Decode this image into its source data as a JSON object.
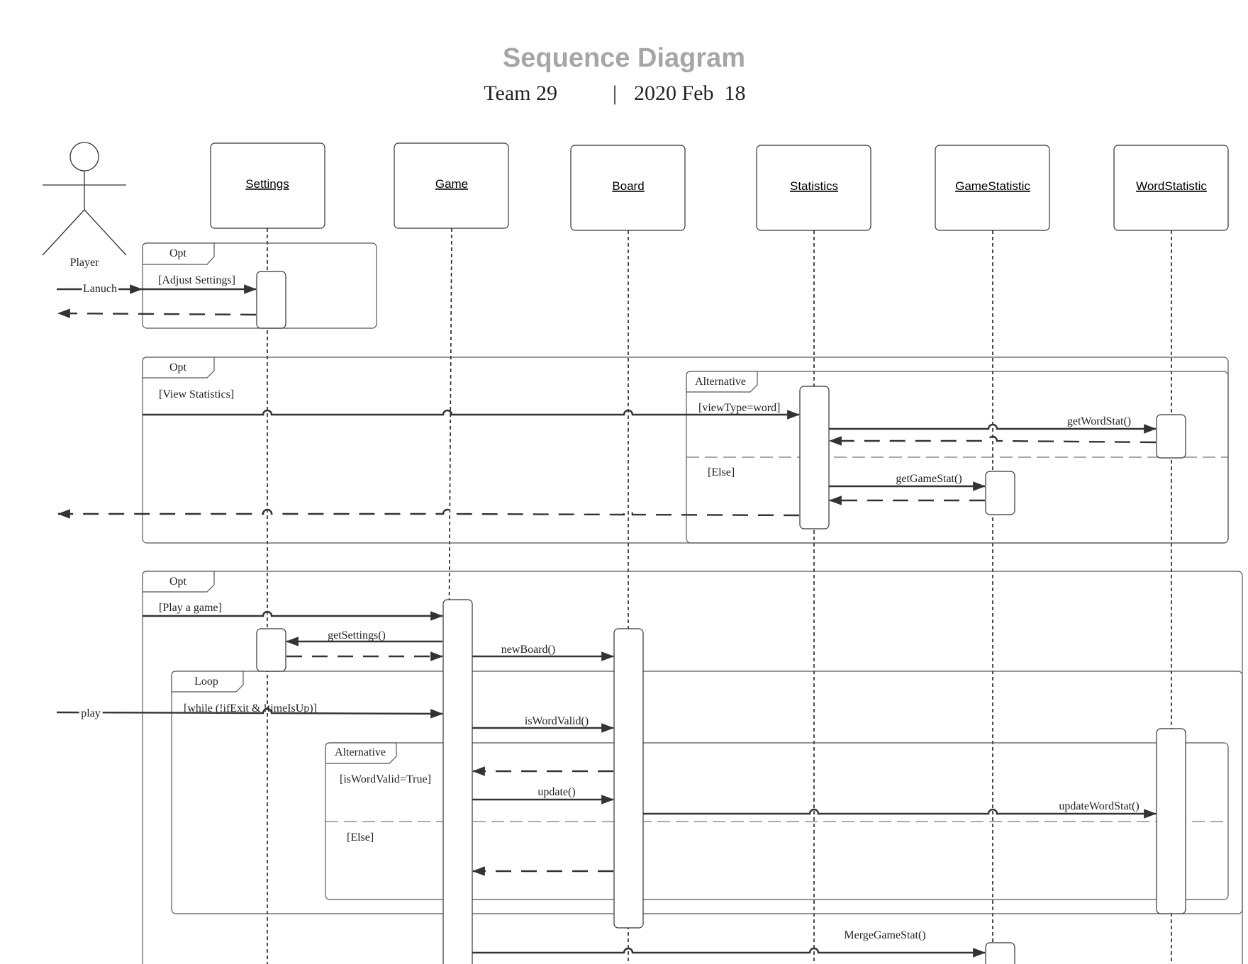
{
  "title": "Sequence Diagram",
  "subtitle": {
    "team": "Team 29",
    "separator": "|",
    "date": "2020 Feb  18"
  },
  "actor": {
    "label": "Player"
  },
  "objects": {
    "settings": "Settings",
    "game": "Game",
    "board": "Board",
    "statistics": "Statistics",
    "gamestatistic": "GameStatistic",
    "wordstatistic": "WordStatistic"
  },
  "fragments": {
    "opt1": {
      "tag": "Opt",
      "guard": "[Adjust Settings]"
    },
    "opt2": {
      "tag": "Opt",
      "guard": "[View Statistics]"
    },
    "alt_stats": {
      "tag": "Alternative",
      "guard1": "[viewType=word]",
      "guard2": "[Else]"
    },
    "opt3": {
      "tag": "Opt",
      "guard": "[Play a game]"
    },
    "loop": {
      "tag": "Loop",
      "guard": "[while (!ifExit & !timeIsUp)]"
    },
    "alt_word": {
      "tag": "Alternative",
      "guard1": "[isWordValid=True]",
      "guard2": "[Else]"
    }
  },
  "messages": {
    "launch": "Lanuch",
    "get_word_stat": "getWordStat()",
    "get_game_stat": "getGameStat()",
    "get_settings": "getSettings()",
    "new_board": "newBoard()",
    "play": "play",
    "is_word_valid": "isWordValid()",
    "update": "update()",
    "update_word_stat": "updateWordStat()",
    "merge_game_stat": "MergeGameStat()"
  }
}
